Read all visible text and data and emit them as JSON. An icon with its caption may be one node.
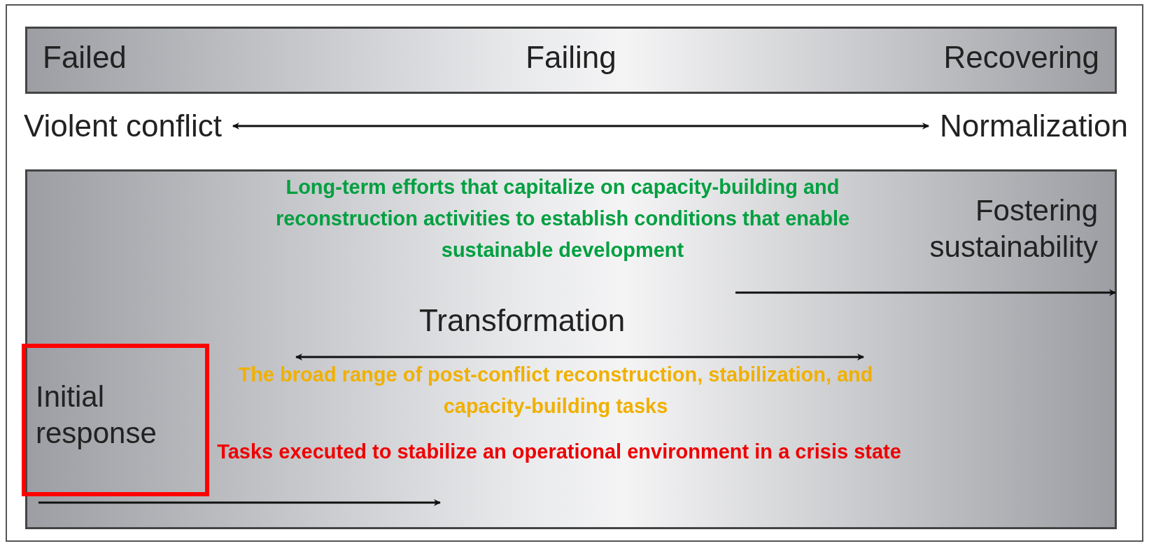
{
  "diagram": {
    "nodes": [
      {
        "text": [
          "Failed",
          "Failing",
          "Recovering"
        ]
      },
      {
        "text": [
          "Violent conflict"
        ]
      },
      {
        "text": [
          "Normalization"
        ]
      },
      {
        "text": [
          "Long-term efforts that capitalize on capacity-building and reconstruction activities to establish conditions that enable sustainable development",
          "Fostering sustainability",
          "Transformation",
          "The broad range of post-conflict reconstruction, stabilization, and capacity-building tasks",
          "Tasks executed to stabilize an operational environment in a crisis state"
        ]
      },
      {
        "text": [
          "Initial response"
        ],
        "in": 3
      }
    ],
    "edges": [
      {
        "from": 1,
        "to": 2,
        "arrow": "both"
      }
    ]
  }
}
